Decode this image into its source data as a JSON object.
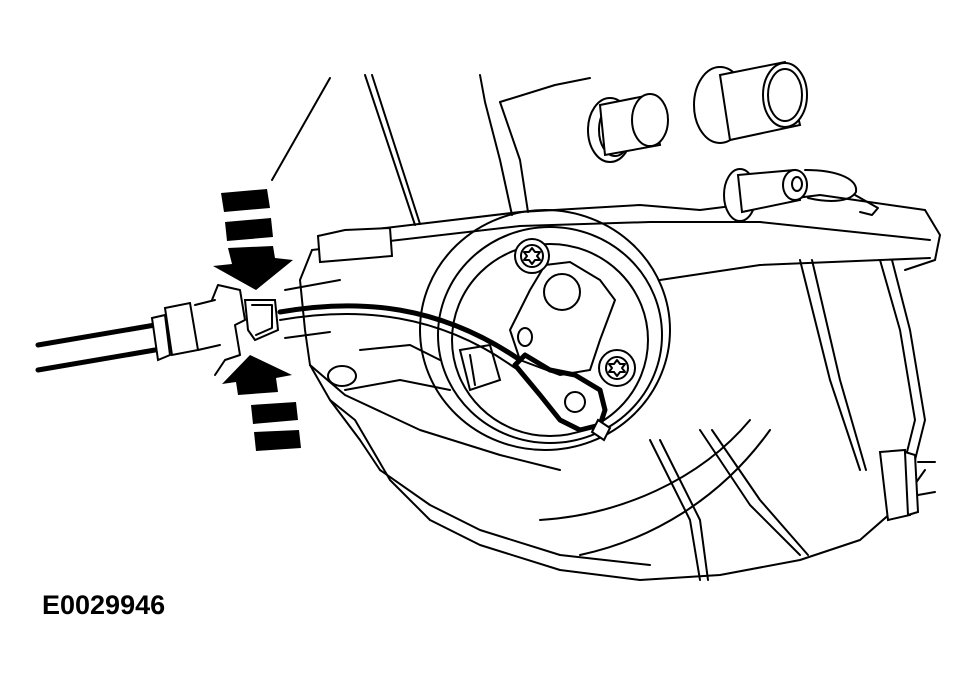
{
  "figure": {
    "id_label": "E0029946",
    "style": "black-and-white line art",
    "colors": {
      "ink": "#000000",
      "background": "#ffffff"
    },
    "components": [
      "press-arrow-down",
      "press-arrow-up",
      "electrical-connector",
      "cable",
      "sensor-disc",
      "torx-screw-upper",
      "torx-screw-lower",
      "ring-terminal",
      "bearing-housing",
      "coolant-pipes",
      "cable-plug-right"
    ]
  }
}
